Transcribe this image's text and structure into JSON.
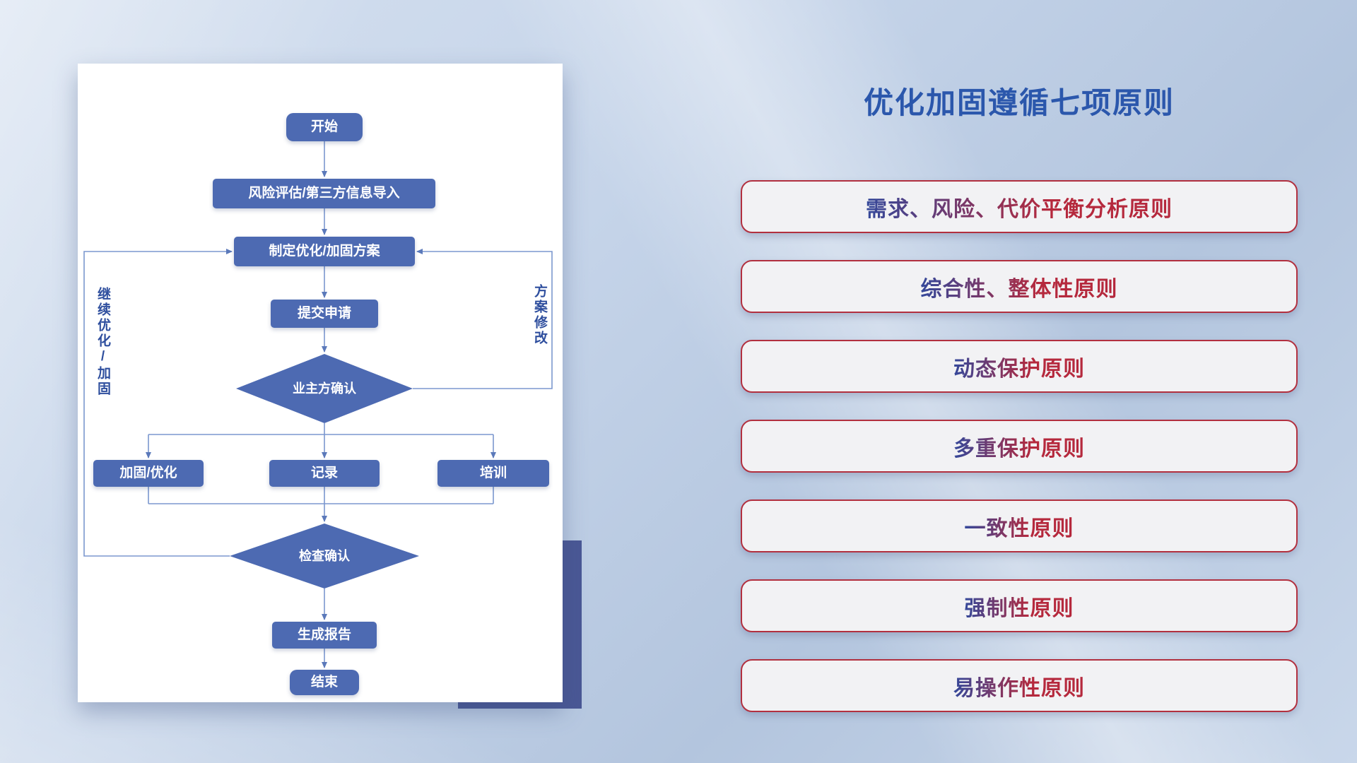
{
  "flowchart": {
    "nodes": {
      "start": "开始",
      "risk_import": "风险评估/第三方信息导入",
      "make_plan": "制定优化/加固方案",
      "submit": "提交申请",
      "owner_confirm": "业主方确认",
      "reinforce": "加固/优化",
      "record": "记录",
      "training": "培训",
      "check_confirm": "检查确认",
      "report": "生成报告",
      "end": "结束"
    },
    "loop_labels": {
      "continue_loop": "继续优化/加固",
      "plan_revision": "方案修改"
    },
    "colors": {
      "node_fill": "#4d6ab2",
      "node_text": "#ffffff",
      "connector": "#7b97cf",
      "arrowhead": "#5b79ba",
      "loop_label_text": "#2f4f9e"
    }
  },
  "panel": {
    "title": "优化加固遵循七项原则",
    "principles": [
      "需求、风险、代价平衡分析原则",
      "综合性、整体性原则",
      "动态保护原则",
      "多重保护原则",
      "一致性原则",
      "强制性原则",
      "易操作性原则"
    ],
    "colors": {
      "title_text": "#2b57ac",
      "pill_border": "#b2303f",
      "pill_background": "#f2f2f4",
      "pill_text": "#ab2b3f"
    }
  },
  "decor": {
    "accent_block_color": "#4a5895",
    "card_background": "#ffffff",
    "page_background": "#c5d4e9"
  }
}
